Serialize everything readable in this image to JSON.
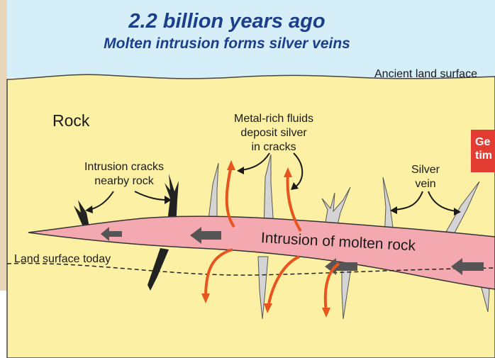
{
  "title": "2.2 billion years ago",
  "subtitle": "Molten intrusion forms silver veins",
  "labels": {
    "ancient_surface": "Ancient land surface",
    "rock": "Rock",
    "metal_fluids_1": "Metal-rich fluids",
    "metal_fluids_2": "deposit silver",
    "metal_fluids_3": "in cracks",
    "intrusion_cracks_1": "Intrusion cracks",
    "intrusion_cracks_2": "nearby rock",
    "silver_vein_1": "Silver",
    "silver_vein_2": "vein",
    "land_surface_today": "Land surface today",
    "intrusion": "Intrusion of molten rock",
    "red_tag_1": "Ge",
    "red_tag_2": "tim"
  },
  "colors": {
    "sky": "#d6eef8",
    "rock": "#fcf0a4",
    "intrusion": "#f4a9b1",
    "title": "#1b3f8c",
    "fluid_arrow": "#e8541e",
    "flow_arrow": "#555555",
    "vein": "#d4d4d4",
    "red_tag": "#e23c33"
  }
}
